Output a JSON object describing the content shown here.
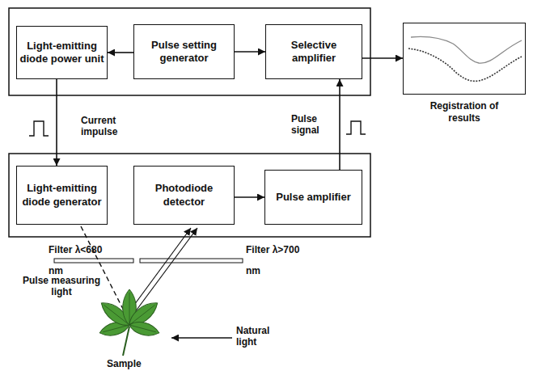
{
  "diagram": {
    "nodes": [
      {
        "text": [
          "Light-emitting diode power unit"
        ]
      },
      {
        "text": [
          "Pulse setting generator"
        ]
      },
      {
        "text": [
          "Selective amplifier"
        ]
      },
      {
        "text": [
          "Registration of results"
        ]
      },
      {
        "text": [
          "Light-emitting diode generator"
        ]
      },
      {
        "text": [
          "Photodiode detector"
        ]
      },
      {
        "text": [
          "Pulse amplifier"
        ]
      }
    ],
    "edges": [
      {
        "from": 1,
        "to": 0,
        "arrow": "to"
      },
      {
        "from": 1,
        "to": 2,
        "arrow": "to"
      },
      {
        "from": 2,
        "to": 3,
        "arrow": "to"
      },
      {
        "from": 0,
        "to": 4,
        "arrow": "to",
        "label": "Current impulse"
      },
      {
        "from": 5,
        "to": 6,
        "arrow": "to"
      },
      {
        "from": 6,
        "to": 2,
        "arrow": "to",
        "label": "Pulse signal"
      }
    ],
    "labels": [
      "Filter λ<680 nm",
      "Filter λ>700 nm",
      "Pulse measuring light",
      "Natural light",
      "Sample"
    ]
  }
}
